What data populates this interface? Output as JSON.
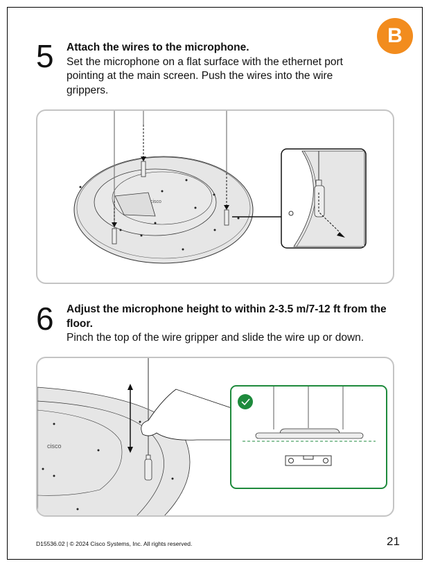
{
  "badge": {
    "label": "B",
    "color": "#f28c1e"
  },
  "steps": [
    {
      "number": "5",
      "title": "Attach the wires to the microphone.",
      "body": "Set the microphone on a flat surface with the ethernet port pointing at the main screen. Push the wires into the wire grippers."
    },
    {
      "number": "6",
      "title": "Adjust the microphone height to within 2-3.5 m/7-12 ft from the floor.",
      "body": "Pinch the top of the wire gripper and slide the wire up or down."
    }
  ],
  "figure_logo_text": "cisco",
  "footer": {
    "doc": "D15536.02 | © 2024 Cisco Systems, Inc. All rights reserved.",
    "page": "21"
  },
  "colors": {
    "check": "#1e8a3c",
    "dash": "#1e8a3c"
  }
}
